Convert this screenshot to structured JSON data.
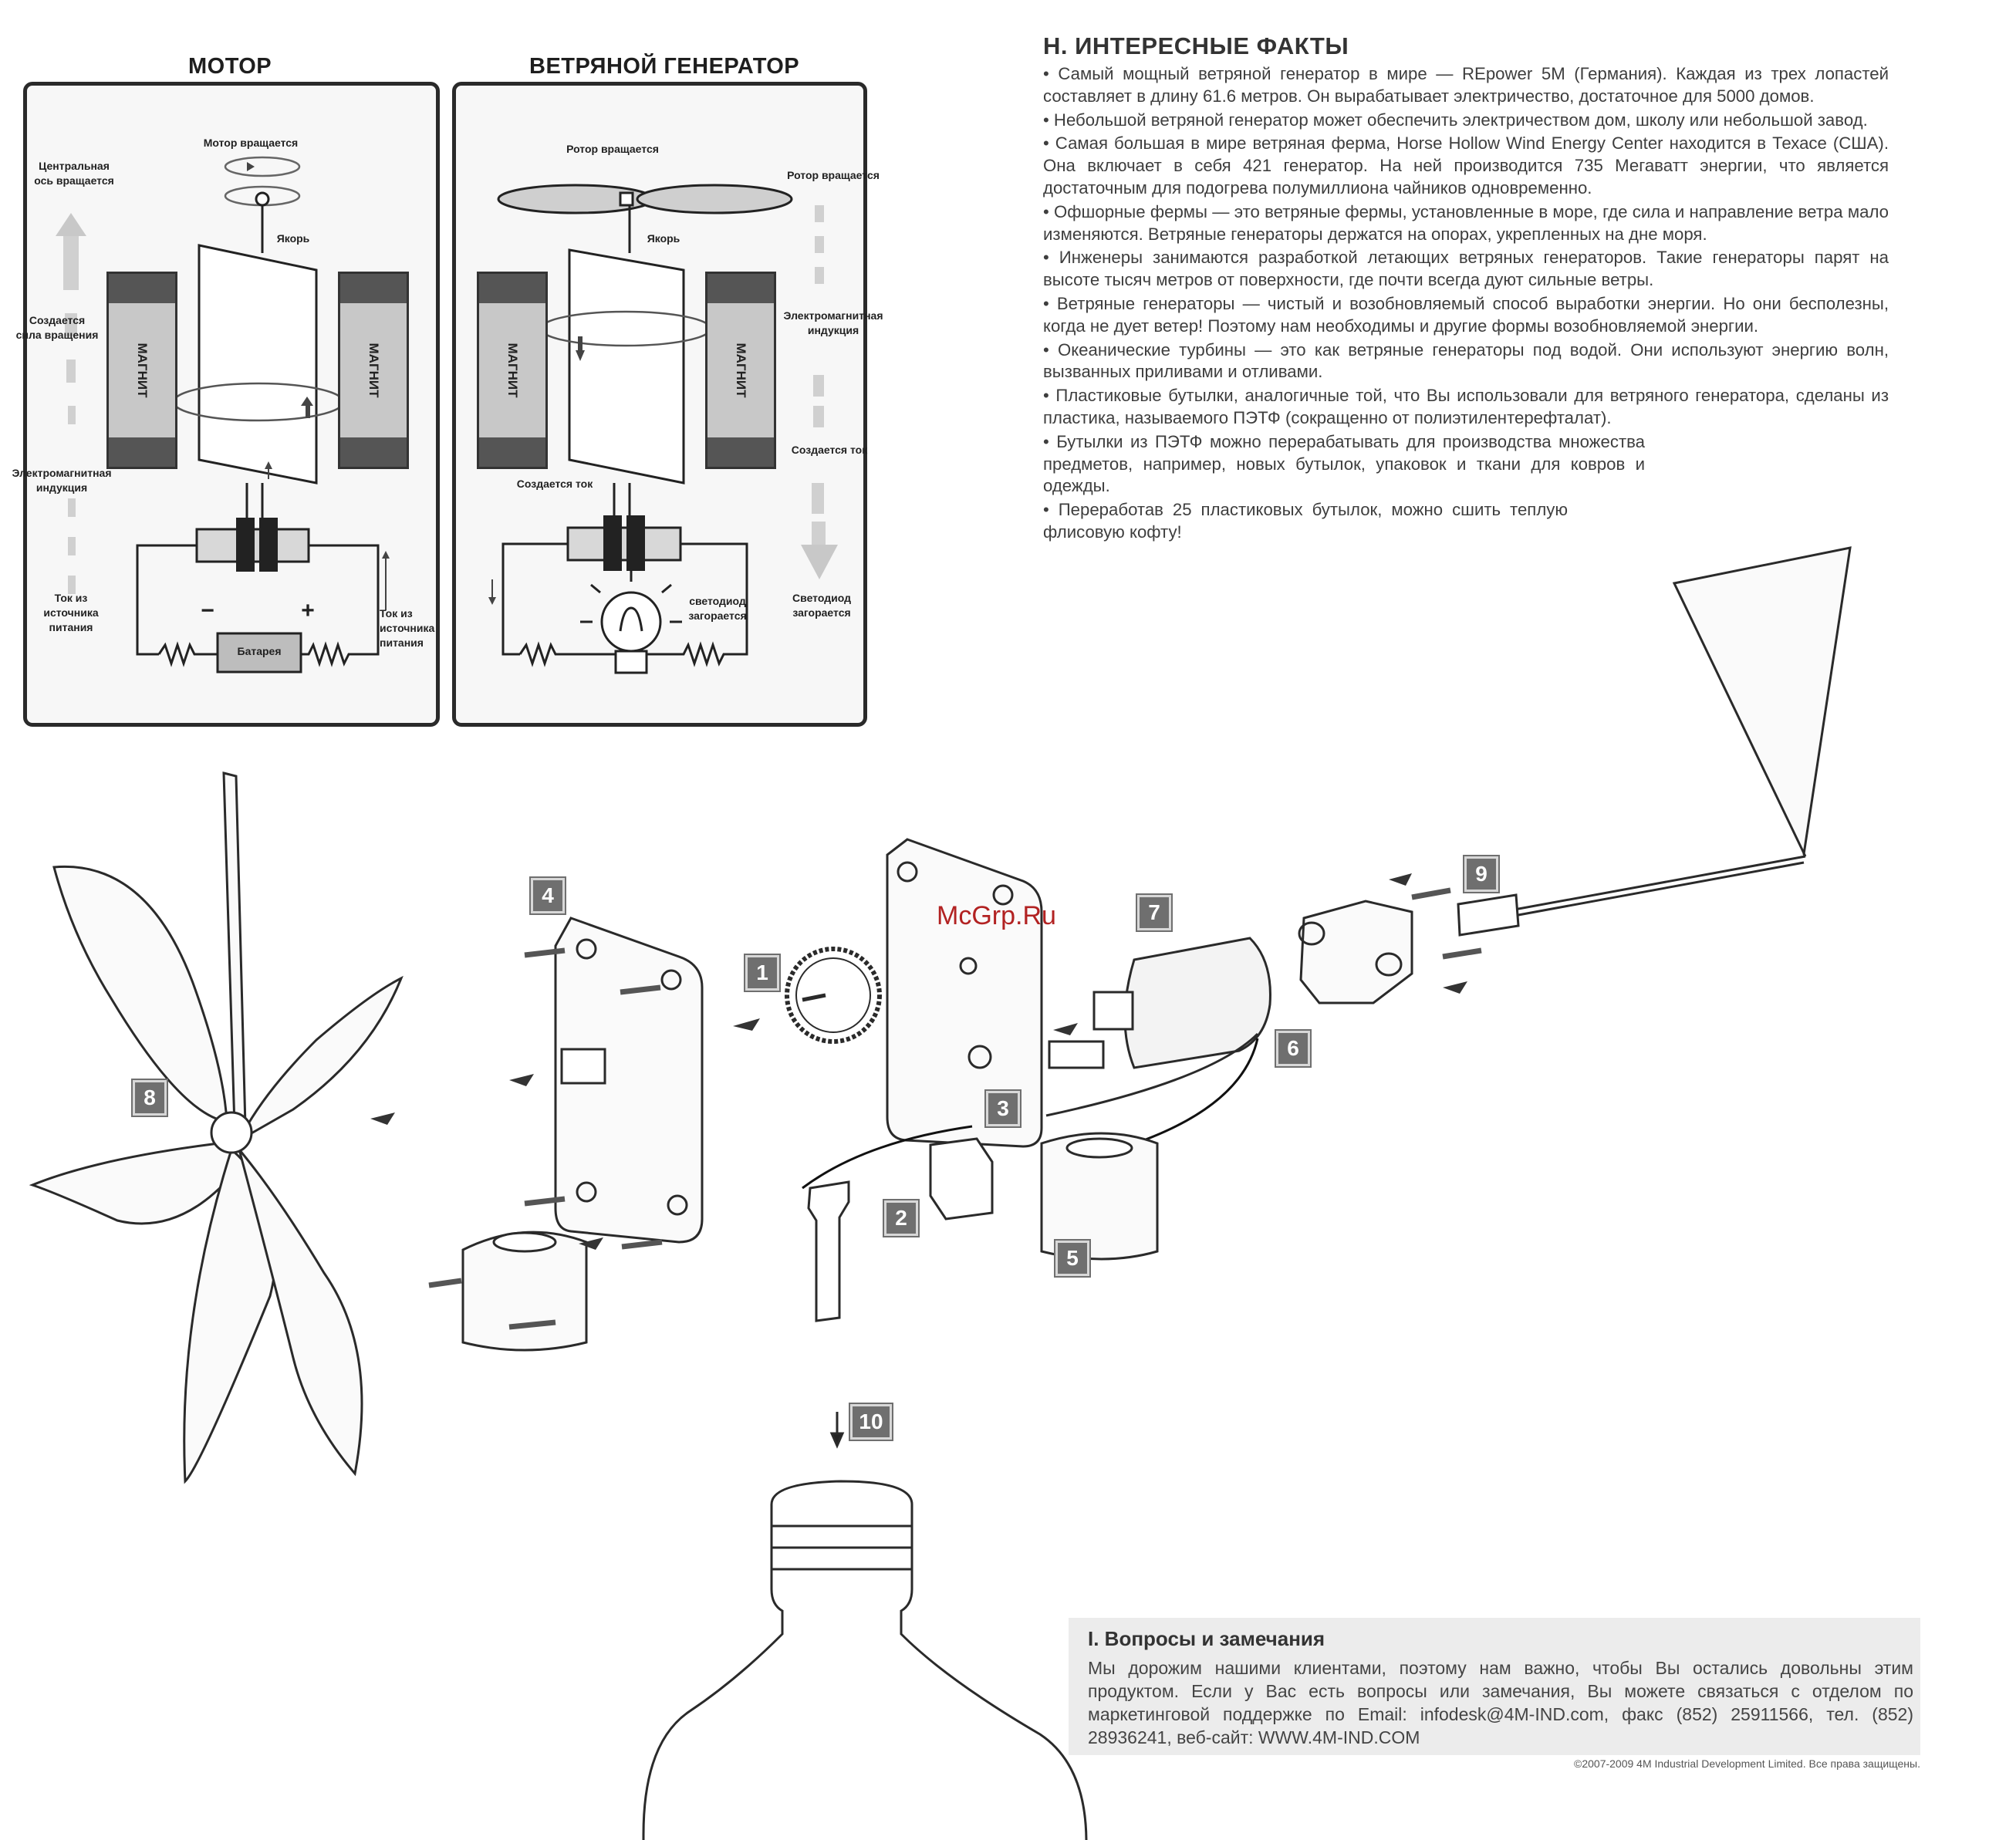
{
  "motor_panel": {
    "title": "МОТОР",
    "labels": {
      "motor_rotates": "Мотор вращается",
      "central_axis": "Центральная\nось вращается",
      "anchor": "Якорь",
      "rotation_force": "Создается\nсила вращения",
      "magnet_left": "МАГНИТ",
      "magnet_right": "МАГНИТ",
      "em_induction": "Электромагнитная\nиндукция",
      "current_from_source": "Ток из\nисточника\nпитания",
      "current_from_source_right": "Ток из\nисточника\nпитания",
      "battery": "Батарея",
      "minus": "−",
      "plus": "+"
    }
  },
  "generator_panel": {
    "title": "ВЕТРЯНОЙ ГЕНЕРАТОР",
    "labels": {
      "rotor_rotates_top": "Ротор вращается",
      "rotor_rotates_right": "Ротор вращается",
      "anchor": "Якорь",
      "em_induction": "Электромагнитная\nиндукция",
      "magnet_left": "МАГНИТ",
      "magnet_right": "МАГНИТ",
      "current_created_right": "Создается ток",
      "current_created_left": "Создается ток",
      "led_lights": "светодиод\nзагорается",
      "led_lights_right": "Светодиод\nзагорается"
    }
  },
  "facts": {
    "title": "H. ИНТЕРЕСНЫЕ ФАКТЫ",
    "items": [
      "• Самый мощный ветряной генератор в мире — REpower 5M (Германия). Каждая из трех лопастей составляет в длину 61.6 метров. Он вырабатывает электричество, достаточное для 5000 домов.",
      "• Небольшой ветряной генератор может обеспечить электричеством дом, школу или небольшой завод.",
      "• Самая большая в мире ветряная ферма, Horse Hollow Wind Energy Center находится в Техасе (США). Она включает в себя 421 генератор. На ней производится 735 Мегаватт энергии, что является достаточным для подогрева полумиллиона чайников одновременно.",
      "• Офшорные фермы — это ветряные фермы, установленные в море, где сила и направление ветра мало изменяются. Ветряные генераторы держатся на опорах, укрепленных на дне моря.",
      "• Инженеры занимаются разработкой летающих ветряных генераторов. Такие генераторы парят на высоте тысяч метров от поверхности, где почти всегда дуют сильные ветры.",
      "• Ветряные генераторы — чистый и возобновляемый способ выработки энергии. Но они бесполезны, когда не дует ветер! Поэтому нам необходимы и другие формы возобновляемой энергии.",
      "• Океанические турбины — это как ветряные генераторы под водой. Они используют энергию волн, вызванных приливами и отливами.",
      "• Пластиковые бутылки, аналогичные той, что Вы использовали для ветряного генератора, сделаны из пластика, называемого ПЭТФ (сокращенно от полиэтилентерефталат).",
      "• Бутылки из ПЭТФ можно перерабатывать для производства множества предметов, например, новых бутылок, упаковок и ткани для ковров и одежды.",
      "• Переработав 25 пластиковых бутылок, можно сшить теплую флисовую кофту!"
    ]
  },
  "assembly": {
    "parts": [
      "1",
      "2",
      "3",
      "4",
      "5",
      "6",
      "7",
      "8",
      "9",
      "10"
    ],
    "watermark": "McGrp.Ru"
  },
  "questions": {
    "title": "I. Вопросы и замечания",
    "text": "Мы дорожим нашими клиентами, поэтому нам важно, чтобы Вы остались довольны этим продуктом. Если у Вас есть вопросы или замечания, Вы  можете связаться с отделом по маркетинговой поддержке по Email: infodesk@4M-IND.com, факс (852) 25911566, тел. (852) 28936241, веб-сайт: WWW.4M-IND.COM"
  },
  "copyright": "©2007-2009 4M Industrial Development Limited. Все права защищены."
}
